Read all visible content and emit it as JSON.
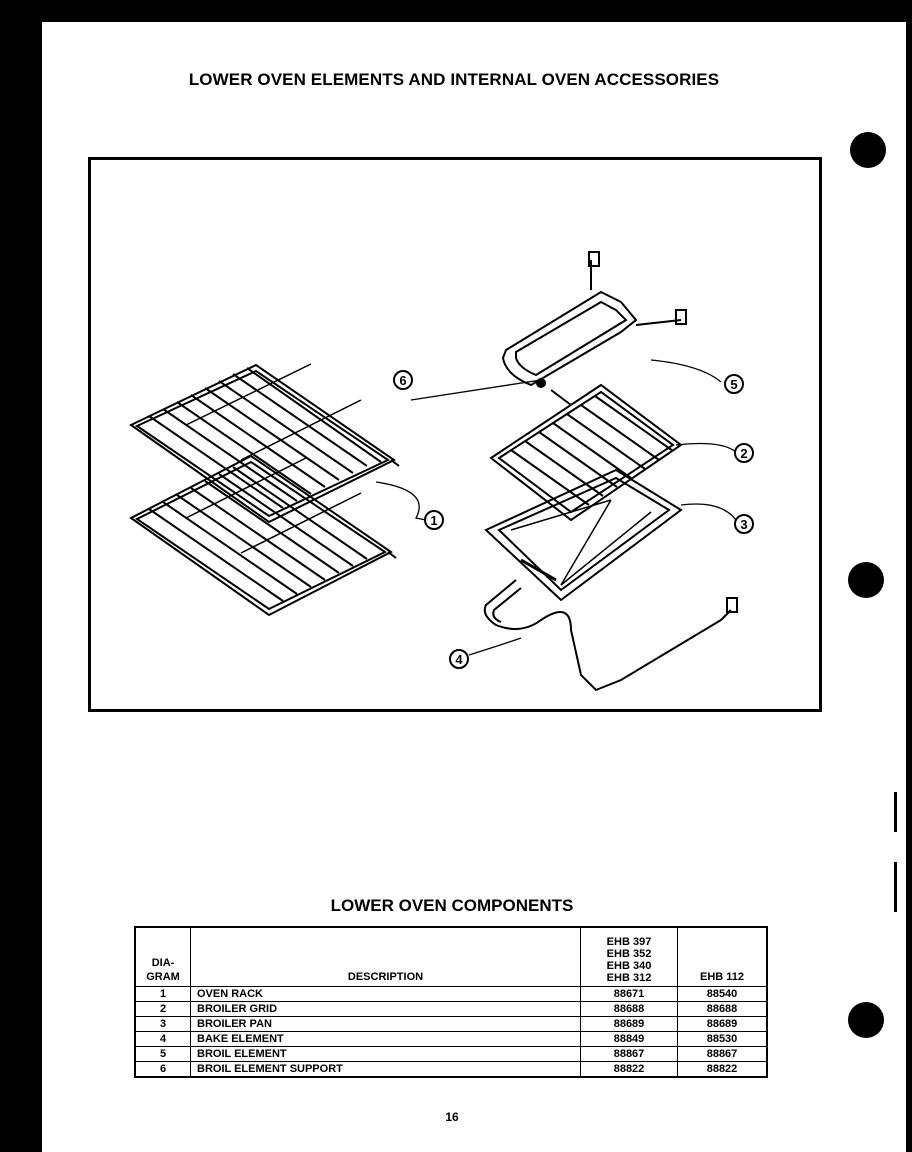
{
  "page": {
    "title": "LOWER OVEN ELEMENTS AND INTERNAL OVEN ACCESSORIES",
    "page_number": "16"
  },
  "diagram": {
    "callouts": [
      "1",
      "2",
      "3",
      "4",
      "5",
      "6"
    ]
  },
  "components": {
    "title": "LOWER OVEN COMPONENTS",
    "headers": {
      "diagram": [
        "DIA-",
        "GRAM"
      ],
      "description": "DESCRIPTION",
      "models_a": [
        "EHB 397",
        "EHB 352",
        "EHB 340",
        "EHB 312"
      ],
      "models_b": "EHB 112"
    },
    "rows": [
      {
        "dia": "1",
        "desc": "OVEN RACK",
        "a": "88671",
        "b": "88540"
      },
      {
        "dia": "2",
        "desc": "BROILER GRID",
        "a": "88688",
        "b": "88688"
      },
      {
        "dia": "3",
        "desc": "BROILER PAN",
        "a": "88689",
        "b": "88689"
      },
      {
        "dia": "4",
        "desc": "BAKE ELEMENT",
        "a": "88849",
        "b": "88530"
      },
      {
        "dia": "5",
        "desc": "BROIL ELEMENT",
        "a": "88867",
        "b": "88867"
      },
      {
        "dia": "6",
        "desc": "BROIL ELEMENT SUPPORT",
        "a": "88822",
        "b": "88822"
      }
    ]
  }
}
